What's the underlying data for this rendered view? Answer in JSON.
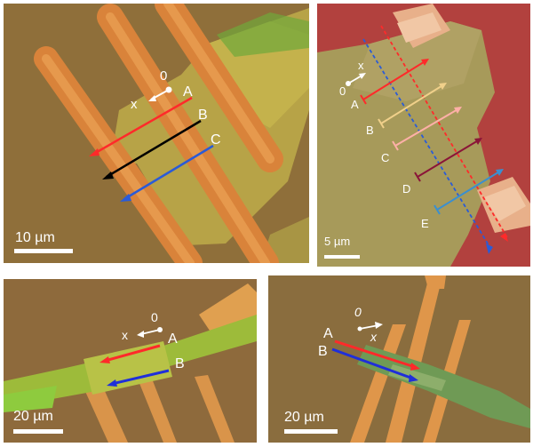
{
  "panels": {
    "top_left": {
      "scale_label": "10 µm",
      "axis_origin": "0",
      "axis_x": "x",
      "line_labels": [
        "A",
        "B",
        "C"
      ]
    },
    "top_right": {
      "scale_label": "5 µm",
      "axis_origin": "0",
      "axis_x": "x",
      "line_labels": [
        "A",
        "B",
        "C",
        "D",
        "E"
      ]
    },
    "bottom_left": {
      "scale_label": "20 µm",
      "axis_origin": "0",
      "axis_x": "x",
      "line_labels": [
        "A",
        "B"
      ]
    },
    "bottom_right": {
      "scale_label": "20 µm",
      "axis_origin": "0",
      "axis_x": "x",
      "line_labels": [
        "A",
        "B"
      ]
    }
  },
  "colors": {
    "red": "#ff2a2a",
    "black": "#000000",
    "blue": "#2a5bd7",
    "tan": "#f0d08a",
    "pink": "#ffb0a8",
    "maroon": "#8a1538",
    "light_blue": "#3a8fd0"
  }
}
